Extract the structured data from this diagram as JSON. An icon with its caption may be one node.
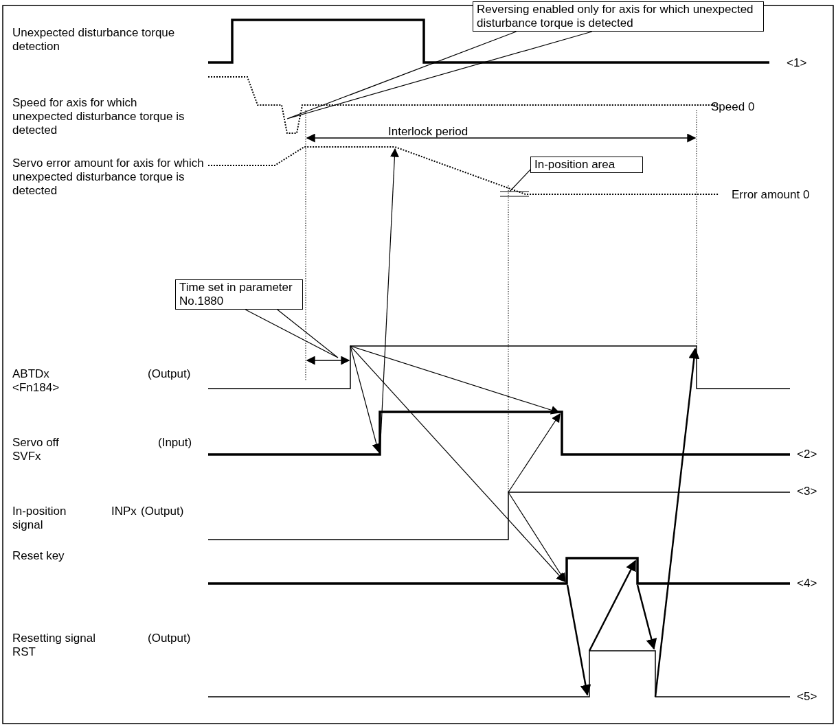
{
  "diagram": {
    "nodes": [
      {
        "text": [
          "Reversing enabled only for axis for which unexpected disturbance torque is detected"
        ]
      },
      {
        "text": [
          "In-position area"
        ]
      },
      {
        "text": [
          "Time set in parameter No.1880"
        ]
      }
    ],
    "edges": [
      {
        "from": 0,
        "to": null,
        "arrow": "none"
      },
      {
        "from": 1,
        "to": null,
        "arrow": "none"
      },
      {
        "from": 2,
        "to": null,
        "arrow": "none"
      }
    ],
    "labels": [
      "Unexpected disturbance torque detection",
      "<1>",
      "Speed for axis for which unexpected disturbance torque is detected",
      "Speed 0",
      "Interlock period",
      "Servo error amount for axis for which unexpected disturbance torque is detected",
      "Error amount 0",
      "ABTDx <Fn184>",
      "(Output)",
      "Servo off SVFx",
      "(Input)",
      "<2>",
      "<3>",
      "In-position signal",
      "INPx",
      "(Output)",
      "Reset key",
      "<4>",
      "Resetting signal RST",
      "(Output)",
      "<5>"
    ]
  }
}
